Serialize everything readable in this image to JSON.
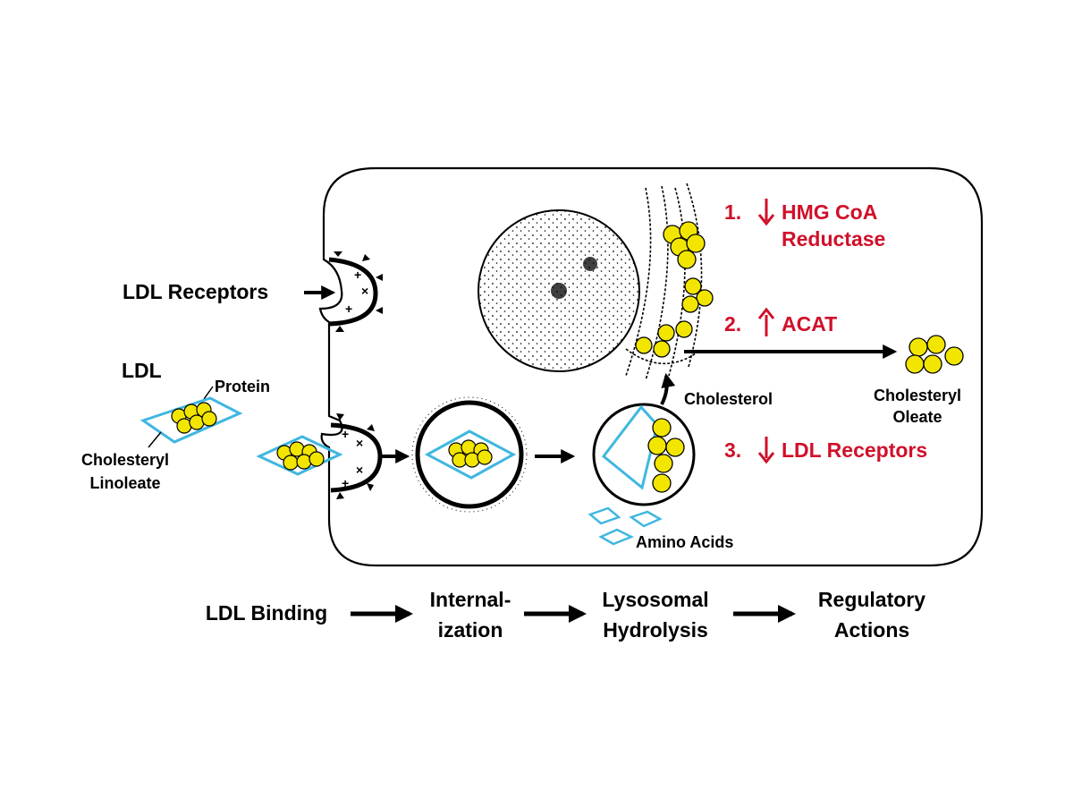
{
  "labels": {
    "ldl_receptors": "LDL Receptors",
    "ldl": "LDL",
    "protein": "Protein",
    "cholesteryl_linoleate_1": "Cholesteryl",
    "cholesteryl_linoleate_2": "Linoleate",
    "cholesterol": "Cholesterol",
    "cholesteryl_oleate_1": "Cholesteryl",
    "cholesteryl_oleate_2": "Oleate",
    "amino_acids": "Amino Acids"
  },
  "regulatory_actions": [
    {
      "number": "1.",
      "direction": "down",
      "line1": "HMG CoA",
      "line2": "Reductase"
    },
    {
      "number": "2.",
      "direction": "up",
      "line1": "ACAT",
      "line2": ""
    },
    {
      "number": "3.",
      "direction": "down",
      "line1": "LDL Receptors",
      "line2": ""
    }
  ],
  "steps": [
    {
      "line1": "LDL Binding",
      "line2": ""
    },
    {
      "line1": "Internal-",
      "line2": "ization"
    },
    {
      "line1": "Lysosomal",
      "line2": "Hydrolysis"
    },
    {
      "line1": "Regulatory",
      "line2": "Actions"
    }
  ],
  "colors": {
    "action_text": "#d0102a",
    "lipoprotein_outline": "#3fb7e0",
    "cholesterol_ester": "#f2e600"
  }
}
